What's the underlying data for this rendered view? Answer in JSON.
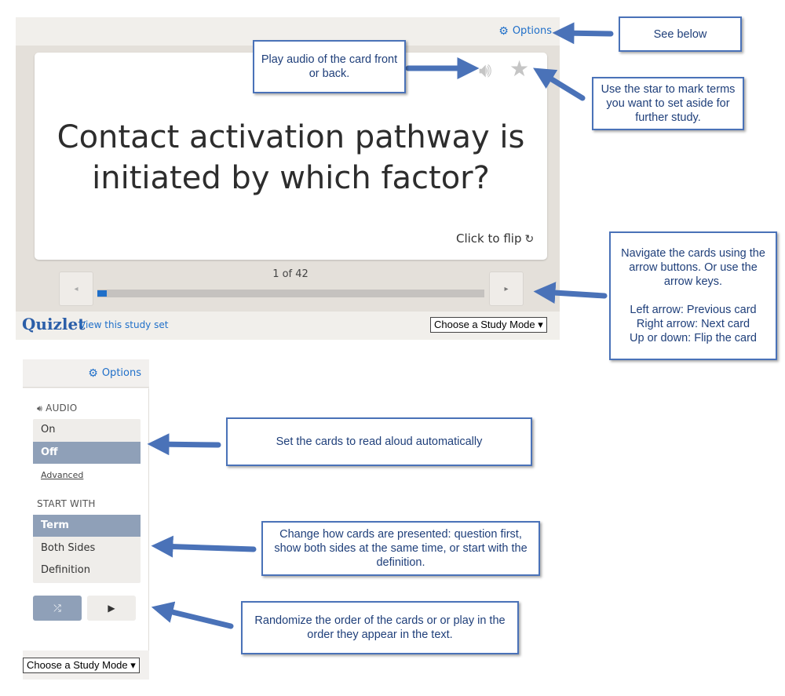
{
  "widget": {
    "options_label": "Options",
    "card_text": "Contact activation pathway is initiated by which factor?",
    "flip_label": "Click to flip",
    "progress_label": "1 of 42",
    "progress_fraction": 0.0238,
    "logo": "Quizlet",
    "view_link": "View this study set",
    "mode_select": "Choose a Study Mode ▾"
  },
  "panel": {
    "options_label": "Options",
    "audio_label": "AUDIO",
    "audio_on": "On",
    "audio_off": "Off",
    "advanced": "Advanced",
    "start_label": "START WITH",
    "start_term": "Term",
    "start_both": "Both Sides",
    "start_def": "Definition",
    "mode_select": "Choose a Study Mode ▾"
  },
  "callouts": {
    "see_below": "See below",
    "play_audio": "Play audio of the card front or back.",
    "star": "Use the star to mark terms you want to set aside for further study.",
    "navigate": "Navigate the cards using the arrow buttons. Or use the arrow keys.\n\nLeft arrow: Previous card\nRight arrow: Next card\nUp or down: Flip the card",
    "read_aloud": "Set the cards to read aloud automatically",
    "presentation": "Change how cards are presented: question first, show both sides at the same time, or start with the definition.",
    "randomize": "Randomize the order of the cards or or play in the order they appear in the text."
  },
  "colors": {
    "accent": "#1f6fc9",
    "callout_border": "#4a72b8",
    "selected": "#8fa0b8"
  },
  "icons": [
    "gear-icon",
    "speaker-icon",
    "star-icon",
    "refresh-icon",
    "chevron-left-icon",
    "chevron-right-icon",
    "shuffle-icon",
    "play-icon"
  ]
}
